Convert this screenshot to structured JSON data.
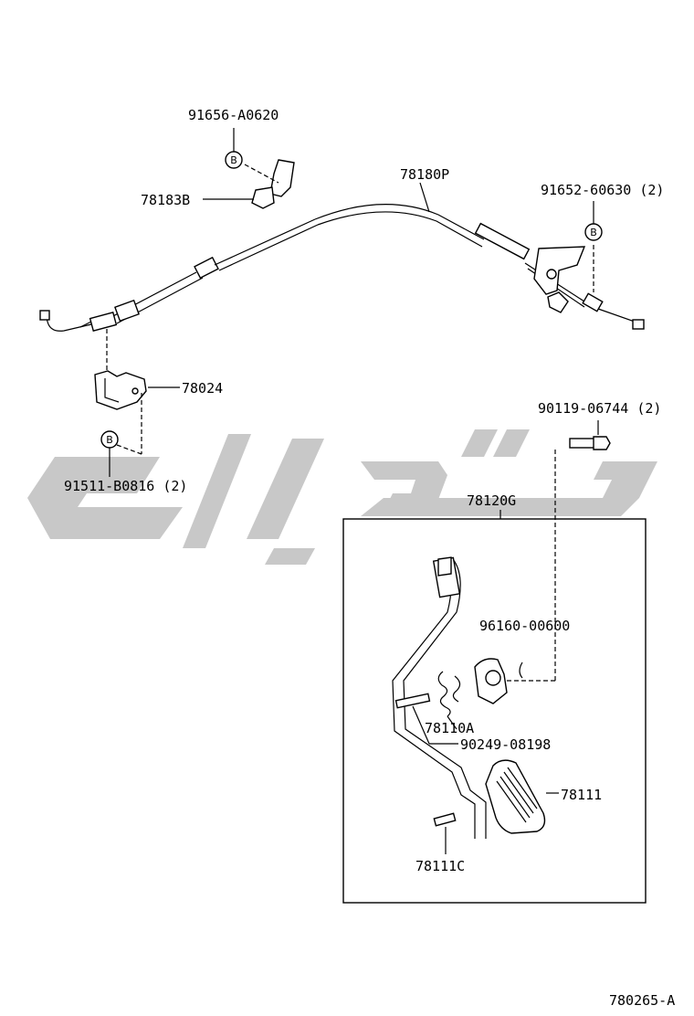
{
  "parts": {
    "p91656": "91656-A0620",
    "p78183B": "78183B",
    "p78180P": "78180P",
    "p91652": "91652-60630 (2)",
    "p78024": "78024",
    "p91511": "91511-B0816 (2)",
    "p90119": "90119-06744 (2)",
    "p78120G": "78120G",
    "p96160": "96160-00600",
    "p78110A": "78110A",
    "p90249": "90249-08198",
    "p78111": "78111",
    "p78111C": "78111C"
  },
  "bolt_marker": "B",
  "figure_id": "780265-A",
  "watermark_color": "#c8c8c8"
}
